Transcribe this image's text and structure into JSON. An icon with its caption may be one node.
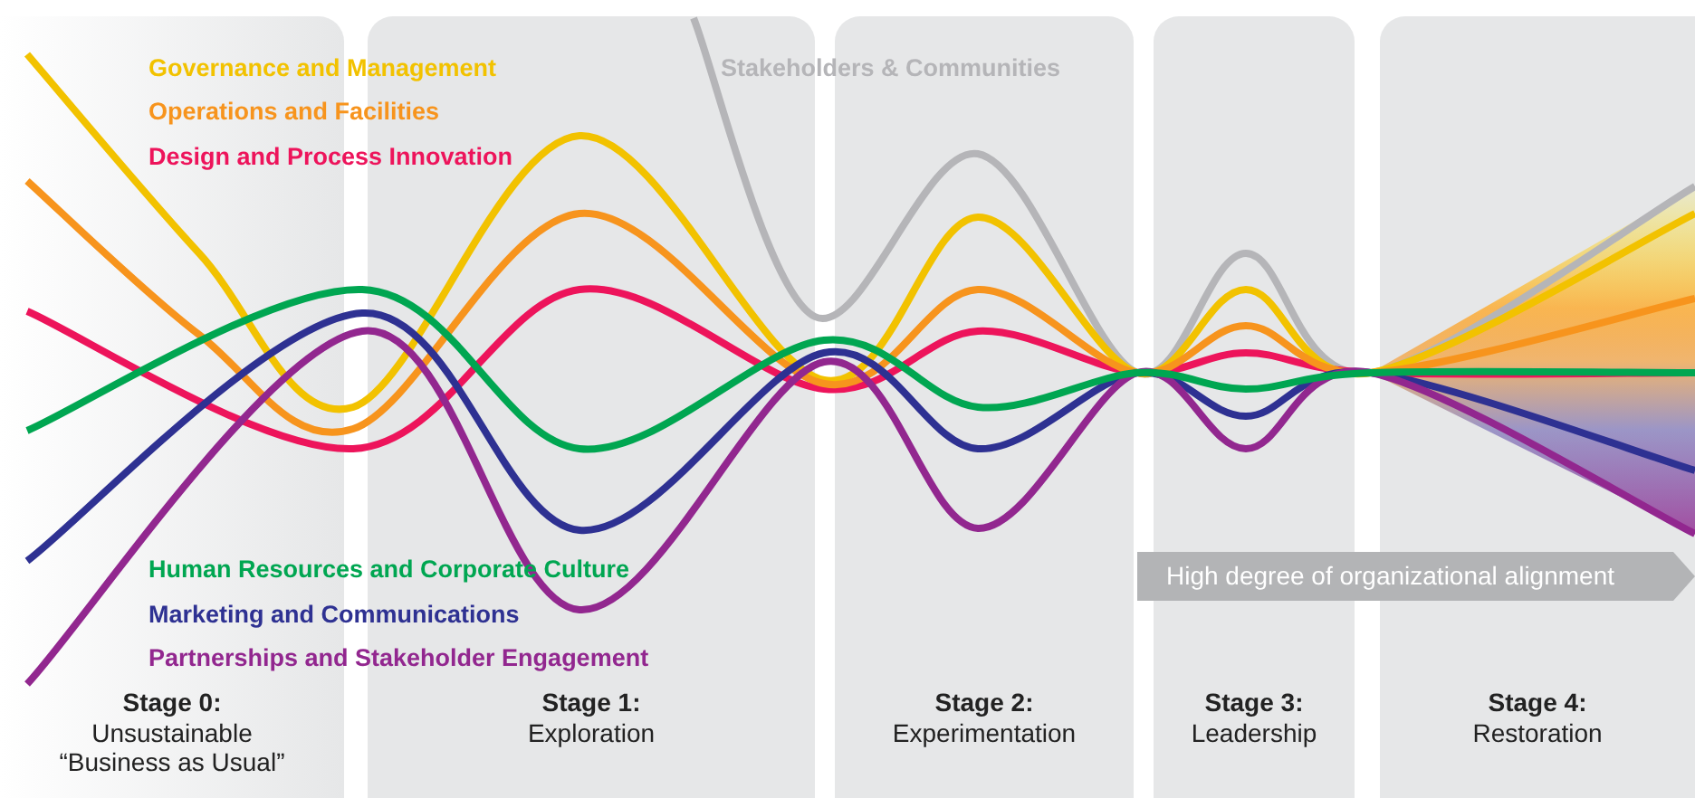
{
  "diagram": {
    "nodes": [
      {
        "text": [
          "Stage 0:",
          "Unsustainable “Business as Usual”"
        ]
      },
      {
        "text": [
          "Stage 1:",
          "Exploration"
        ]
      },
      {
        "text": [
          "Stage 2:",
          "Experimentation"
        ]
      },
      {
        "text": [
          "Stage 3:",
          "Leadership"
        ]
      },
      {
        "text": [
          "Stage 4:",
          "Restoration"
        ]
      },
      {
        "text": [
          "High degree of organizational alignment"
        ]
      }
    ],
    "edges": [],
    "legend": [
      {
        "text": "Governance and Management",
        "color": "#f2c200"
      },
      {
        "text": "Operations and Facilities",
        "color": "#f7941d"
      },
      {
        "text": "Design and Process Innovation",
        "color": "#ed145b"
      },
      {
        "text": "Stakeholders & Communities",
        "color": "#b5b5b8"
      },
      {
        "text": "Human Resources and Corporate Culture",
        "color": "#00a651"
      },
      {
        "text": "Marketing and Communications",
        "color": "#2e3192"
      },
      {
        "text": "Partnerships and Stakeholder Engagement",
        "color": "#92278f"
      }
    ]
  }
}
